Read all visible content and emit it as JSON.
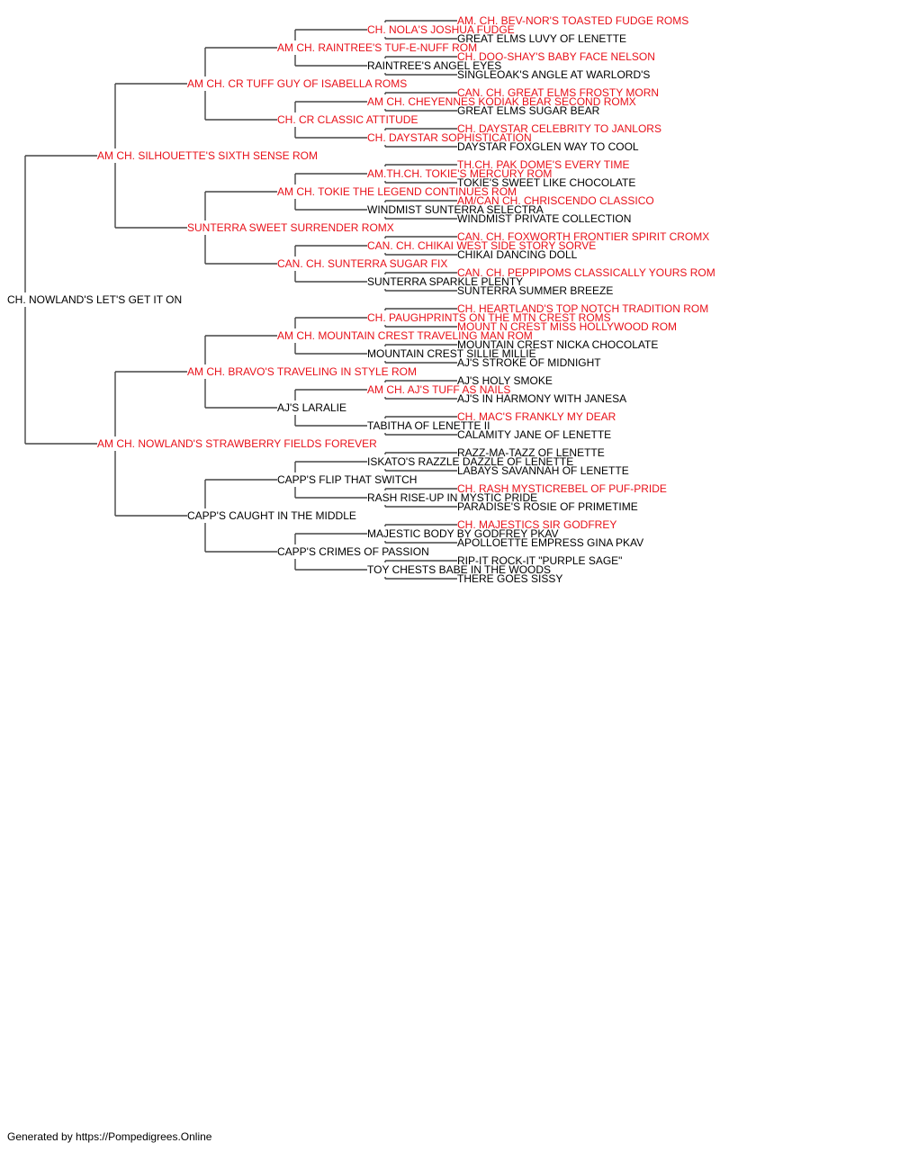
{
  "colors": {
    "champion": "#e8111a",
    "regular": "#000000",
    "line": "#444444"
  },
  "pedigree": {
    "name": "CH. NOWLAND'S LET'S GET IT ON",
    "champion": false,
    "sire": {
      "name": "AM CH. SILHOUETTE'S SIXTH SENSE ROM",
      "champion": true,
      "sire": {
        "name": "AM CH. CR TUFF GUY OF ISABELLA ROMS",
        "champion": true,
        "sire": {
          "name": "AM CH. RAINTREE'S TUF-E-NUFF ROM",
          "champion": true,
          "sire": {
            "name": "CH. NOLA'S JOSHUA FUDGE",
            "champion": true,
            "sire": {
              "name": "AM. CH. BEV-NOR'S TOASTED FUDGE ROMS",
              "champion": true
            },
            "dam": {
              "name": "GREAT ELMS LUVY OF LENETTE",
              "champion": false
            }
          },
          "dam": {
            "name": "RAINTREE'S ANGEL EYES",
            "champion": false,
            "sire": {
              "name": "CH. DOO-SHAY'S BABY FACE NELSON",
              "champion": true
            },
            "dam": {
              "name": "SINGLEOAK'S ANGLE AT WARLORD'S",
              "champion": false
            }
          }
        },
        "dam": {
          "name": "CH. CR CLASSIC ATTITUDE",
          "champion": true,
          "sire": {
            "name": "AM CH. CHEYENNES KODIAK BEAR SECOND ROMX",
            "champion": true,
            "sire": {
              "name": "CAN. CH. GREAT ELMS FROSTY MORN",
              "champion": true
            },
            "dam": {
              "name": "GREAT ELMS SUGAR BEAR",
              "champion": false
            }
          },
          "dam": {
            "name": "CH. DAYSTAR SOPHISTICATION",
            "champion": true,
            "sire": {
              "name": "CH. DAYSTAR CELEBRITY TO JANLORS",
              "champion": true
            },
            "dam": {
              "name": "DAYSTAR FOXGLEN WAY TO COOL",
              "champion": false
            }
          }
        }
      },
      "dam": {
        "name": "SUNTERRA SWEET SURRENDER ROMX",
        "champion": true,
        "sire": {
          "name": "AM CH. TOKIE THE LEGEND CONTINUES ROM",
          "champion": true,
          "sire": {
            "name": "AM.TH.CH. TOKIE'S MERCURY ROM",
            "champion": true,
            "sire": {
              "name": "TH.CH. PAK DOME'S EVERY TIME",
              "champion": true
            },
            "dam": {
              "name": "TOKIE'S SWEET LIKE CHOCOLATE",
              "champion": false
            }
          },
          "dam": {
            "name": "WINDMIST SUNTERRA SELECTRA",
            "champion": false,
            "sire": {
              "name": "AM/CAN CH. CHRISCENDO CLASSICO",
              "champion": true
            },
            "dam": {
              "name": "WINDMIST PRIVATE COLLECTION",
              "champion": false
            }
          }
        },
        "dam": {
          "name": "CAN. CH. SUNTERRA SUGAR FIX",
          "champion": true,
          "sire": {
            "name": "CAN. CH. CHIKAI WEST SIDE STORY SORVE",
            "champion": true,
            "sire": {
              "name": "CAN. CH. FOXWORTH FRONTIER SPIRIT CROMX",
              "champion": true
            },
            "dam": {
              "name": "CHIKAI DANCING DOLL",
              "champion": false
            }
          },
          "dam": {
            "name": "SUNTERRA SPARKLE PLENTY",
            "champion": false,
            "sire": {
              "name": "CAN. CH. PEPPIPOMS CLASSICALLY YOURS ROM",
              "champion": true
            },
            "dam": {
              "name": "SUNTERRA SUMMER BREEZE",
              "champion": false
            }
          }
        }
      }
    },
    "dam": {
      "name": "AM CH. NOWLAND'S STRAWBERRY FIELDS FOREVER",
      "champion": true,
      "sire": {
        "name": "AM CH. BRAVO'S TRAVELING IN STYLE ROM",
        "champion": true,
        "sire": {
          "name": "AM CH. MOUNTAIN CREST TRAVELING MAN ROM",
          "champion": true,
          "sire": {
            "name": "CH. PAUGHPRINTS ON THE MTN CREST ROMS",
            "champion": true,
            "sire": {
              "name": "CH. HEARTLAND'S TOP NOTCH TRADITION ROM",
              "champion": true
            },
            "dam": {
              "name": "MOUNT N CREST MISS HOLLYWOOD ROM",
              "champion": true
            }
          },
          "dam": {
            "name": "MOUNTAIN CREST SILLIE MILLIE",
            "champion": false,
            "sire": {
              "name": "MOUNTAIN CREST NICKA CHOCOLATE",
              "champion": false
            },
            "dam": {
              "name": "AJ'S STROKE OF MIDNIGHT",
              "champion": false
            }
          }
        },
        "dam": {
          "name": "AJ'S LARALIE",
          "champion": false,
          "sire": {
            "name": "AM CH. AJ'S TUFF AS NAILS",
            "champion": true,
            "sire": {
              "name": "AJ'S HOLY SMOKE",
              "champion": false
            },
            "dam": {
              "name": "AJ'S IN HARMONY WITH JANESA",
              "champion": false
            }
          },
          "dam": {
            "name": "TABITHA OF LENETTE II",
            "champion": false,
            "sire": {
              "name": "CH. MAC'S FRANKLY MY DEAR",
              "champion": true
            },
            "dam": {
              "name": "CALAMITY JANE OF LENETTE",
              "champion": false
            }
          }
        }
      },
      "dam": {
        "name": "CAPP'S CAUGHT IN THE MIDDLE",
        "champion": false,
        "sire": {
          "name": "CAPP'S FLIP THAT SWITCH",
          "champion": false,
          "sire": {
            "name": "ISKATO'S RAZZLE DAZZLE OF LENETTE",
            "champion": false,
            "sire": {
              "name": "RAZZ-MA-TAZZ OF LENETTE",
              "champion": false
            },
            "dam": {
              "name": "LABAYS SAVANNAH OF LENETTE",
              "champion": false
            }
          },
          "dam": {
            "name": "RASH RISE-UP IN MYSTIC PRIDE",
            "champion": false,
            "sire": {
              "name": "CH. RASH MYSTICREBEL OF PUF-PRIDE",
              "champion": true
            },
            "dam": {
              "name": "PARADISE'S ROSIE OF PRIMETIME",
              "champion": false
            }
          }
        },
        "dam": {
          "name": "CAPP'S CRIMES OF PASSION",
          "champion": false,
          "sire": {
            "name": "MAJESTIC BODY BY GODFREY PKAV",
            "champion": false,
            "sire": {
              "name": "CH. MAJESTICS SIR GODFREY",
              "champion": true
            },
            "dam": {
              "name": "APOLLOETTE EMPRESS GINA PKAV",
              "champion": false
            }
          },
          "dam": {
            "name": "TOY CHESTS BABE IN THE WOODS",
            "champion": false,
            "sire": {
              "name": "RIP-IT ROCK-IT \"PURPLE SAGE\"",
              "champion": false
            },
            "dam": {
              "name": "THERE GOES SISSY",
              "champion": false
            }
          }
        }
      }
    }
  },
  "footer": {
    "text": "Generated by https://Pompedigrees.Online"
  }
}
